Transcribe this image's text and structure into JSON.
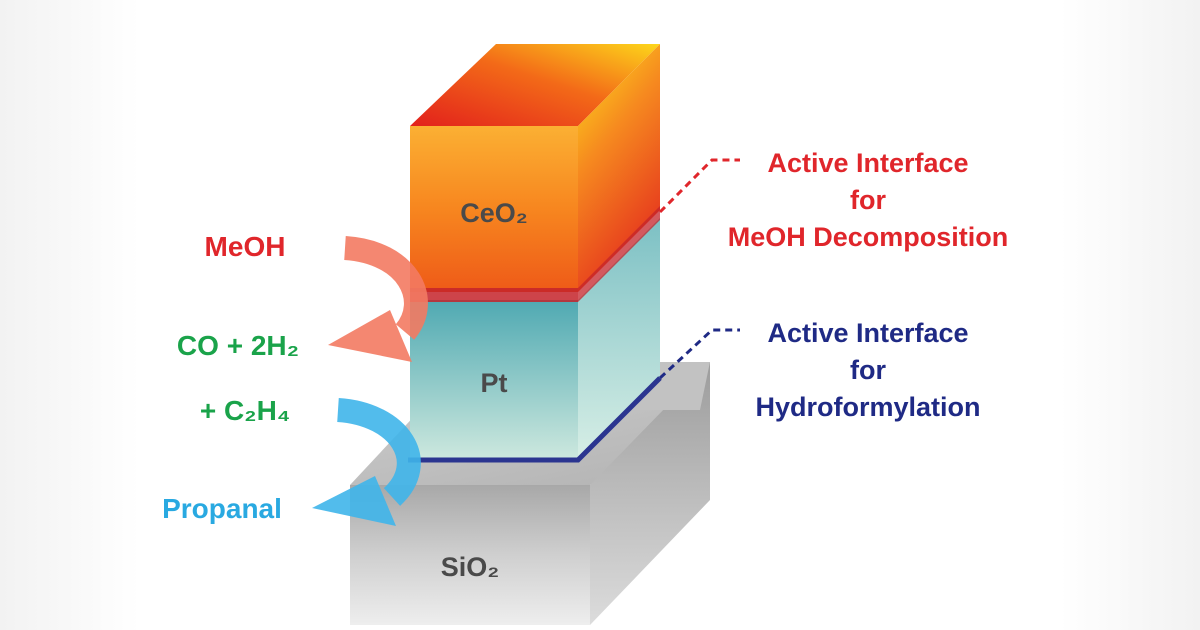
{
  "layers": {
    "ceo2": "CeO₂",
    "pt": "Pt",
    "sio2": "SiO₂"
  },
  "reactions": {
    "reactant": "MeOH",
    "intermediate": "CO + 2H₂",
    "coreactant": "+ C₂H₄",
    "product": "Propanal"
  },
  "annotations": {
    "meoh_interface": [
      "Active Interface",
      "for",
      "MeOH Decomposition"
    ],
    "hydro_interface": [
      "Active Interface",
      "for",
      "Hydroformylation"
    ]
  },
  "colors": {
    "reactant_text": "#e0262b",
    "intermediate_text": "#1aa34a",
    "product_text": "#29a9e1",
    "meoh_annotation": "#e0262b",
    "hydro_annotation": "#1f2a85",
    "meoh_arrow": "#f37a62",
    "product_arrow": "#3fb5ea",
    "interface_red": "#c4232a",
    "interface_blue": "#2b3590"
  }
}
